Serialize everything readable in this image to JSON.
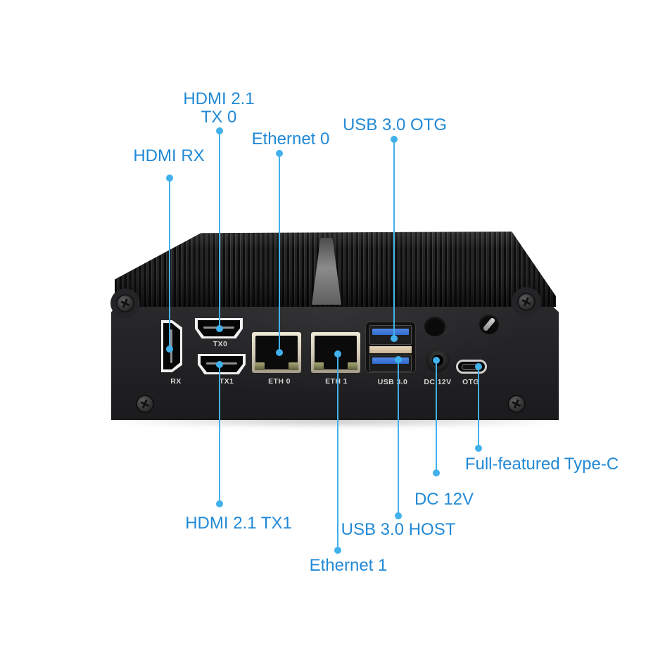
{
  "colors": {
    "callout_text": "#2189d6",
    "leader_line": "#41b1ec",
    "port_label": "#d6d6d6",
    "usb_blue": "#2f6cd0",
    "device_black": "#1d1d1f"
  },
  "callouts": {
    "hdmi_rx": {
      "label": "HDMI RX"
    },
    "hdmi_tx0": {
      "line1": "HDMI 2.1",
      "line2": "TX 0"
    },
    "ethernet0": {
      "label": "Ethernet 0"
    },
    "usb_otg": {
      "label": "USB 3.0 OTG"
    },
    "hdmi_tx1": {
      "label": "HDMI 2.1 TX1"
    },
    "ethernet1": {
      "label": "Ethernet 1"
    },
    "usb_host": {
      "label": "USB 3.0 HOST"
    },
    "dc_12v": {
      "label": "DC 12V"
    },
    "type_c": {
      "label": "Full-featured Type-C"
    }
  },
  "device": {
    "port_labels": {
      "rx": "RX",
      "tx0": "TX0",
      "tx1": "TX1",
      "eth0": "ETH 0",
      "eth1": "ETH 1",
      "usb": "USB 3.0",
      "dc": "DC 12V",
      "otg": "OTG"
    }
  }
}
